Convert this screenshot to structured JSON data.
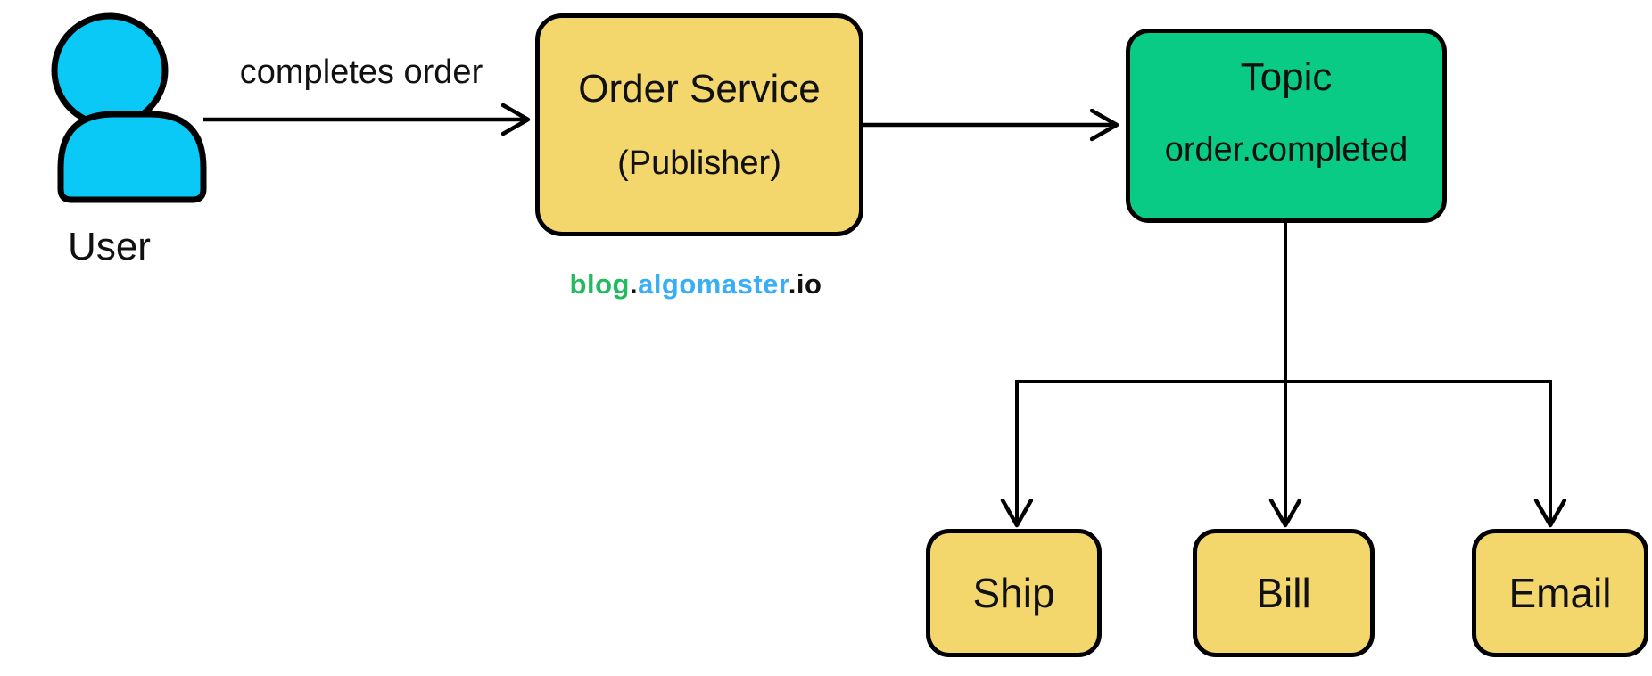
{
  "colors": {
    "cyan": "#0BC9F7",
    "yellow": "#F3D76C",
    "green": "#0ACB85",
    "wm_green": "#21BA5C",
    "wm_blue": "#38AFF5",
    "line": "#000000"
  },
  "actor": {
    "label": "User"
  },
  "edges": {
    "user_to_order_label": "completes order"
  },
  "nodes": {
    "order_service": {
      "title": "Order Service",
      "subtitle": "(Publisher)"
    },
    "topic": {
      "title": "Topic",
      "subtitle": "order.completed"
    },
    "subscribers": [
      {
        "label": "Ship"
      },
      {
        "label": "Bill"
      },
      {
        "label": "Email"
      }
    ]
  },
  "watermark": {
    "blog": "blog",
    "dot": ".",
    "algomaster": "algomaster",
    "dotio": ".io"
  }
}
